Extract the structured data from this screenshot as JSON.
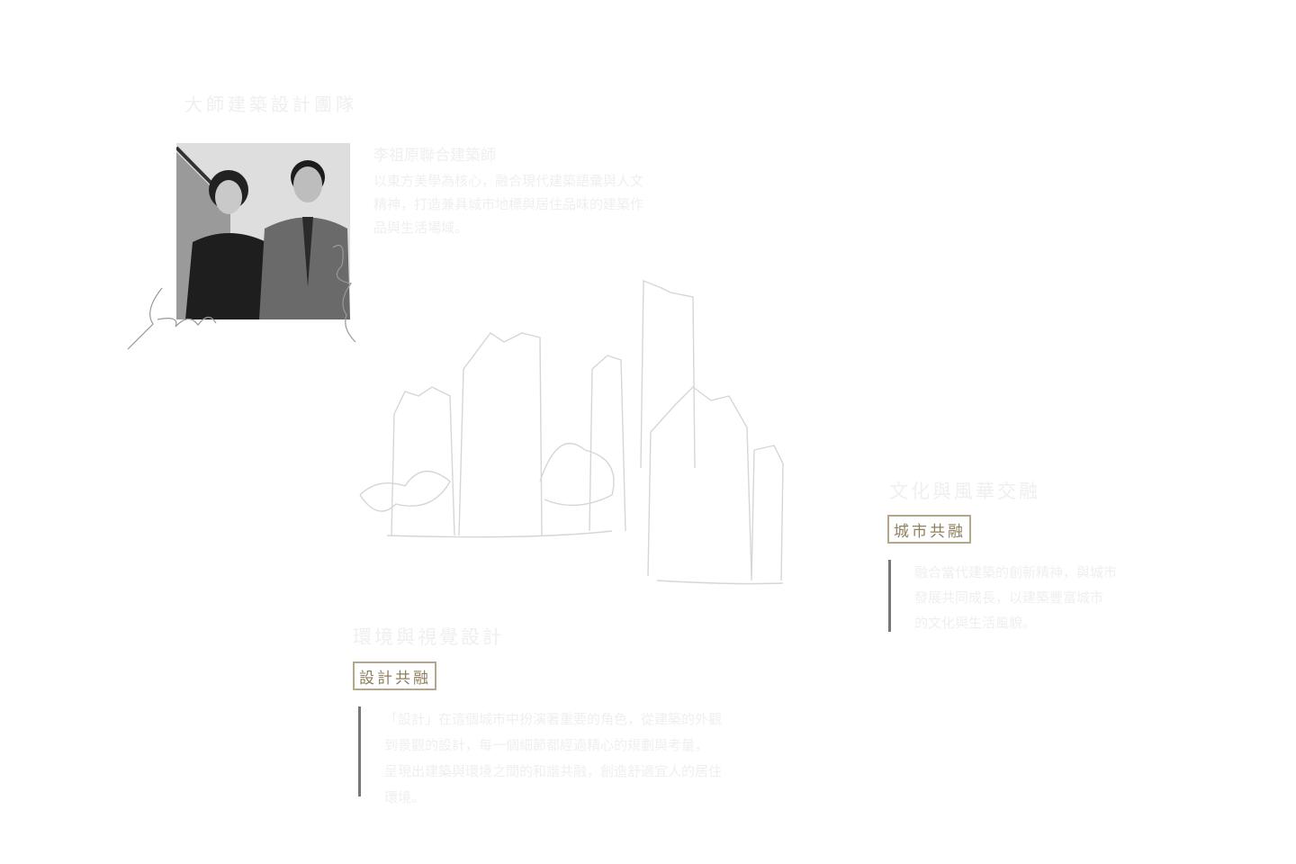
{
  "section_title": "大師建築設計團隊",
  "intro": {
    "subtitle": "李祖原聯合建築師",
    "lines": [
      "以東方美學為核心，融合現代建築語彙與人文",
      "精神，打造兼具城市地標與居住品味的建築作",
      "品與生活場域。"
    ]
  },
  "design": {
    "heading": "環境與視覺設計",
    "tag": "設計共融",
    "lines": [
      "「設計」在這個城市中扮演著重要的角色，從建築的外觀",
      "到景觀的設計，每一個細節都經過精心的規劃與考量，",
      "呈現出建築與環境之間的和諧共融，創造舒適宜人的居住",
      "環境。"
    ]
  },
  "city": {
    "heading": "文化與風華交融",
    "tag": "城市共融",
    "lines": [
      "融合當代建築的創新精神，與城市",
      "發展共同成長，以建築豐富城市",
      "的文化與生活風貌。"
    ]
  },
  "colors": {
    "tag_border": "#b5a888",
    "tag_text": "#8e7f5e",
    "rule": "#777777"
  }
}
